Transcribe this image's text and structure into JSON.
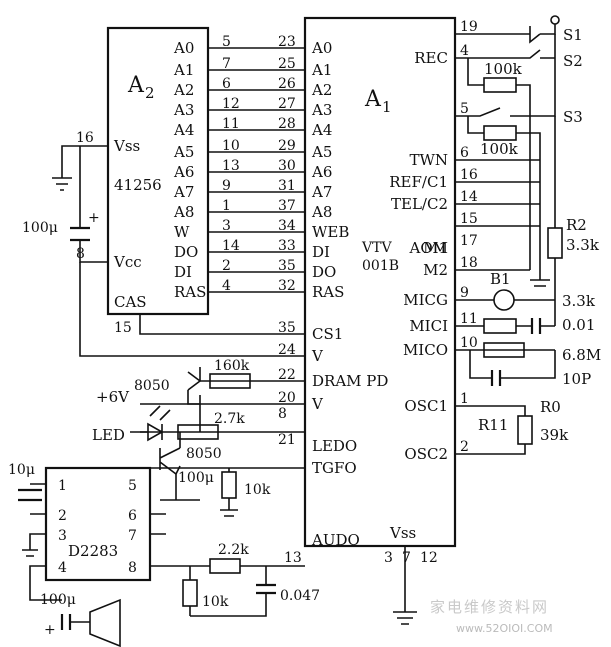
{
  "a2": {
    "ref": "A",
    "ref_sub": "2",
    "part": "41256",
    "pins_left": [
      {
        "num": "16",
        "label": "Vss"
      },
      {
        "num": "8",
        "label": "Vcc"
      },
      {
        "num": "15",
        "label": "CAS"
      }
    ],
    "pins_right": [
      {
        "label": "A0",
        "num": "5"
      },
      {
        "label": "A1",
        "num": "7"
      },
      {
        "label": "A2",
        "num": "6"
      },
      {
        "label": "A3",
        "num": "12"
      },
      {
        "label": "A4",
        "num": "11"
      },
      {
        "label": "A5",
        "num": "10"
      },
      {
        "label": "A6",
        "num": "13"
      },
      {
        "label": "A7",
        "num": "9"
      },
      {
        "label": "A8",
        "num": "1"
      },
      {
        "label": "W",
        "num": "3"
      },
      {
        "label": "DO",
        "num": "14"
      },
      {
        "label": "DI",
        "num": "2"
      },
      {
        "label": "RAS",
        "num": "4"
      }
    ]
  },
  "a1": {
    "ref": "A",
    "ref_sub": "1",
    "part_line1": "VTV",
    "part_line2": "001B",
    "pins_left": [
      {
        "num": "23",
        "label": "A0"
      },
      {
        "num": "25",
        "label": "A1"
      },
      {
        "num": "26",
        "label": "A2"
      },
      {
        "num": "27",
        "label": "A3"
      },
      {
        "num": "28",
        "label": "A4"
      },
      {
        "num": "29",
        "label": "A5"
      },
      {
        "num": "30",
        "label": "A6"
      },
      {
        "num": "31",
        "label": "A7"
      },
      {
        "num": "37",
        "label": "A8"
      },
      {
        "num": "34",
        "label": "WEB"
      },
      {
        "num": "33",
        "label": "DI"
      },
      {
        "num": "35",
        "label": "DO"
      },
      {
        "num": "32",
        "label": "RAS"
      },
      {
        "num": "35",
        "label": "CS1"
      },
      {
        "num": "24",
        "label": "V"
      },
      {
        "num": "22",
        "label": "DRAM  PD"
      },
      {
        "num": "20",
        "label": "V"
      },
      {
        "num": "8",
        "label": ""
      },
      {
        "num": "21",
        "label": "LEDO"
      },
      {
        "num": "",
        "label": "TGFO"
      },
      {
        "num": "13",
        "label": "AUDO"
      }
    ],
    "pins_right": [
      {
        "label": "",
        "num": "19"
      },
      {
        "label": "REC",
        "num": "4"
      },
      {
        "label": "",
        "num": "5"
      },
      {
        "label": "TWN",
        "num": "6"
      },
      {
        "label": "REF/C1",
        "num": "16"
      },
      {
        "label": "TEL/C2",
        "num": "14"
      },
      {
        "label": "",
        "num": "15"
      },
      {
        "label": "AOM",
        "num": "17"
      },
      {
        "label": "M1",
        "num": ""
      },
      {
        "label": "M2",
        "num": "18"
      },
      {
        "label": "MICG",
        "num": "9"
      },
      {
        "label": "MICI",
        "num": "11"
      },
      {
        "label": "MICO",
        "num": "10"
      },
      {
        "label": "OSC1",
        "num": "1"
      },
      {
        "label": "OSC2",
        "num": "2"
      }
    ],
    "vss_label": "Vss",
    "vss_pins": [
      "3",
      "7",
      "12"
    ]
  },
  "d2283": {
    "part": "D2283",
    "pins": [
      "1",
      "2",
      "3",
      "4",
      "5",
      "6",
      "7",
      "8"
    ]
  },
  "switches": [
    "S1",
    "S2",
    "S3"
  ],
  "components": {
    "r_100k_a": "100k",
    "r_100k_b": "100k",
    "r2_ref": "R2",
    "r2_val": "3.3k",
    "b1": "B1",
    "r_3_3k": "3.3k",
    "c_001": "0.01",
    "r_6_8m": "6.8M",
    "c_10p": "10P",
    "r11": "R11",
    "r0": "R0",
    "r0_val": "39k",
    "c_100u_a2": "100μ",
    "plus": "+",
    "supply": "+6V",
    "q1": "8050",
    "r_160k": "160k",
    "led": "LED",
    "r_2_7k": "2.7k",
    "q2": "8050",
    "c_100u_mid": "100μ",
    "r_10k_a": "10k",
    "c_10u": "10μ",
    "r_2_2k": "2.2k",
    "r_10k_b": "10k",
    "c_0047": "0.047",
    "c_100u_out": "100μ"
  },
  "watermark": {
    "line1": "家电维修资料网",
    "line2": "www.52OIOI.COM"
  }
}
